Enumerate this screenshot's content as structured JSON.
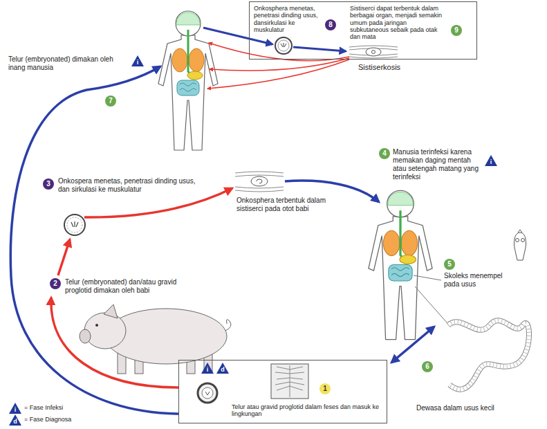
{
  "diagram": {
    "nodes": [
      {
        "text": [
          "Onkosphera menetas, penetrasi dinding usus, dansirkulasi ke muskulatur",
          "Sistiserci dapat terbentuk dalam berbagai organ, menjadi semakin umum pada jaringan subkutaneous sebaik pada otak dan mata"
        ]
      },
      {
        "text": [
          "Telur atau gravid proglotid dalam feses dan masuk ke lingkungan"
        ]
      }
    ],
    "labels": [
      "Telur (embryonated) dimakan oleh inang manusia",
      "i",
      "7",
      "8",
      "9",
      "Sistiserkosis",
      "3",
      "Onkospera menetas, penetrasi dinding usus, dan sirkulasi ke muskulatur",
      "Onkosphera terbentuk dalam sistiserci pada otot babi",
      "4",
      "Manusia terinfeksi karena memakan daging mentah atau setengah matang yang terinfeksi",
      "i",
      "2",
      "Telur (embryonated) dan/atau gravid proglotid dimakan oleh babi",
      "5",
      "Skoleks menempel pada usus",
      "6",
      "Dewasa dalam usus kecil",
      "i",
      "d",
      "1",
      "i",
      "d"
    ],
    "legend": [
      {
        "text": "= Fase Infeksi"
      },
      {
        "text": "= Fase Diagnosa"
      }
    ]
  }
}
